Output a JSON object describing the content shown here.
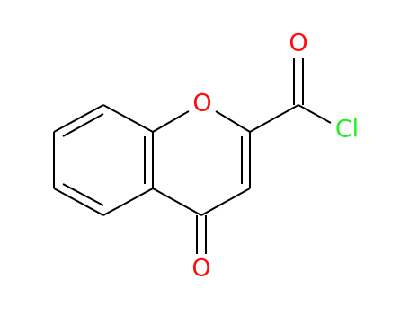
{
  "molecule": {
    "atoms": [
      {
        "id": "ring-O",
        "symbol": "O"
      },
      {
        "id": "acyl-O",
        "symbol": "O"
      },
      {
        "id": "acyl-Cl",
        "symbol": "Cl"
      },
      {
        "id": "keto-O",
        "symbol": "O"
      }
    ],
    "colors": {
      "bond": "#000000",
      "oxygen": "#ff0d0d",
      "chlorine": "#1ff01f"
    }
  }
}
